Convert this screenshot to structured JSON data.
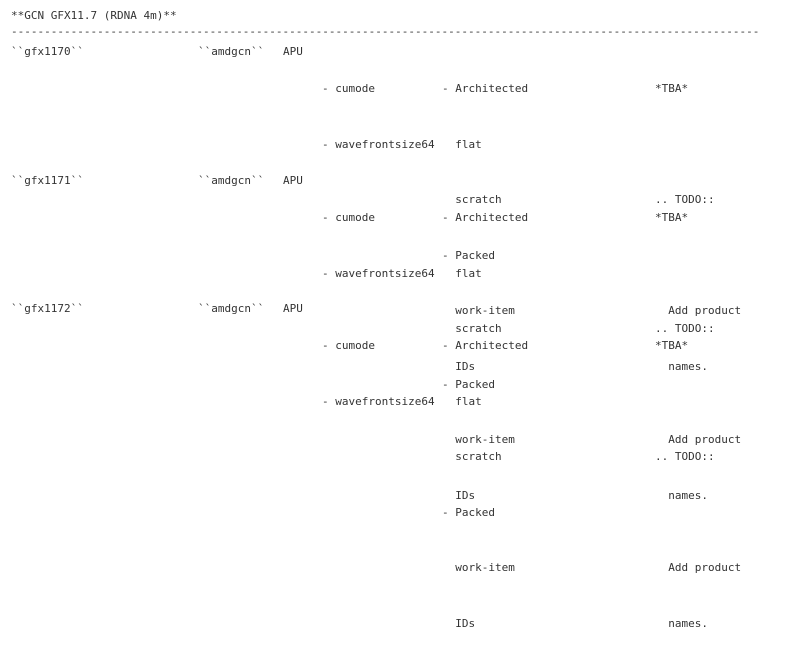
{
  "section": {
    "heading": "**GCN GFX11.7 (RDNA 4m)**",
    "rule": "-----------------------------------------------------------------------------------------------------------------"
  },
  "rows": [
    {
      "name": "``gfx1170``",
      "arch": "``amdgcn``",
      "type": "APU",
      "features": [
        "- cumode",
        "- wavefrontsize64"
      ],
      "notes": [
        "- Architected",
        "  flat",
        "  scratch",
        "- Packed",
        "  work-item",
        "  IDs"
      ],
      "products": [
        "*TBA*",
        "",
        ".. TODO::",
        "",
        "  Add product",
        "  names."
      ]
    },
    {
      "name": "``gfx1171``",
      "arch": "``amdgcn``",
      "type": "APU",
      "features": [
        "- cumode",
        "- wavefrontsize64"
      ],
      "notes": [
        "- Architected",
        "  flat",
        "  scratch",
        "- Packed",
        "  work-item",
        "  IDs"
      ],
      "products": [
        "*TBA*",
        "",
        ".. TODO::",
        "",
        "  Add product",
        "  names."
      ]
    },
    {
      "name": "``gfx1172``",
      "arch": "``amdgcn``",
      "type": "APU",
      "features": [
        "- cumode",
        "- wavefrontsize64"
      ],
      "notes": [
        "- Architected",
        "  flat",
        "  scratch",
        "- Packed",
        "  work-item",
        "  IDs"
      ],
      "products": [
        "*TBA*",
        "",
        ".. TODO::",
        "",
        "  Add product",
        "  names."
      ]
    }
  ]
}
